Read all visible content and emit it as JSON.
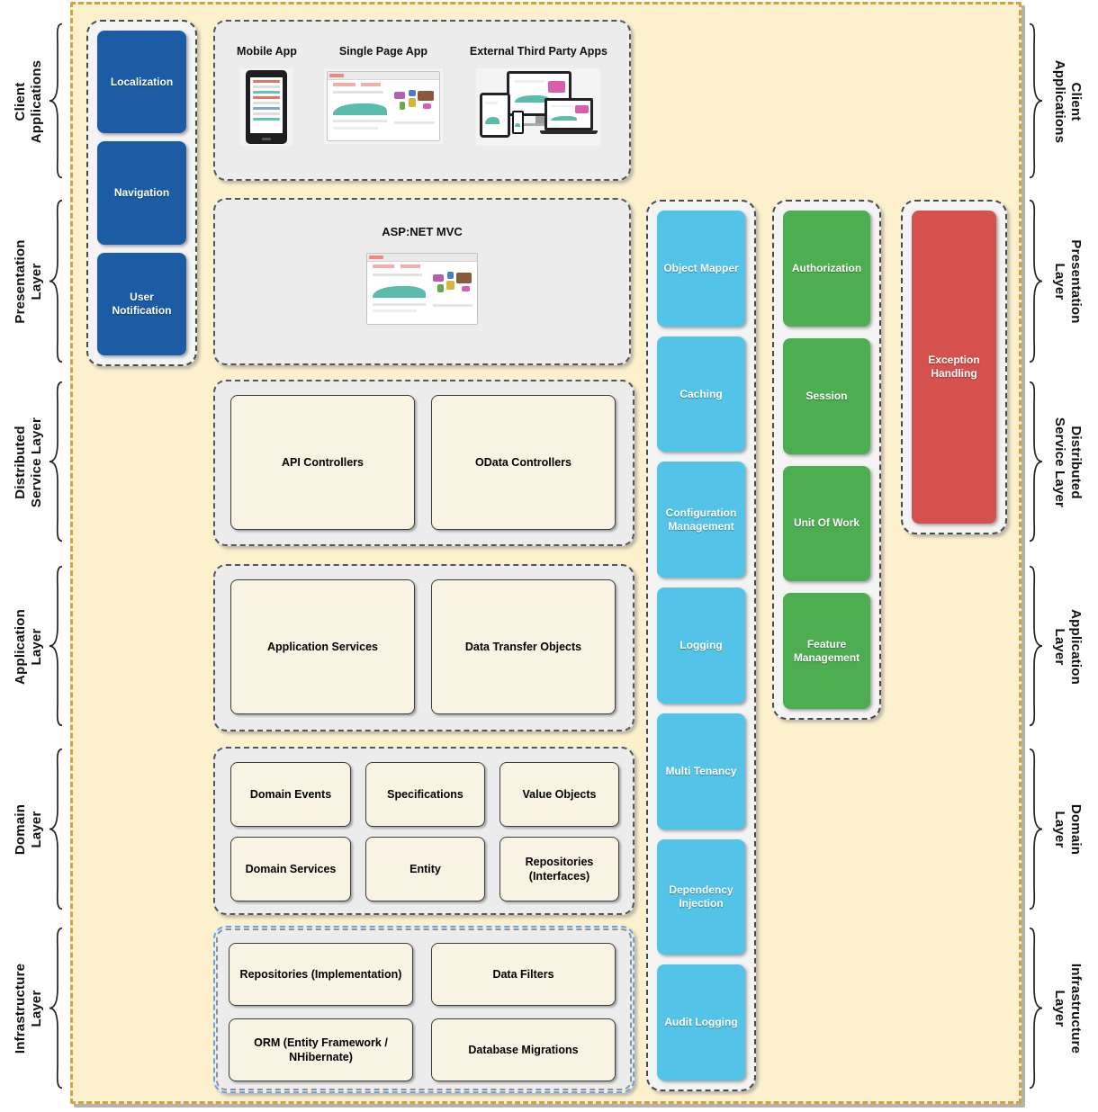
{
  "side_labels": [
    "Client\nApplications",
    "Presentation\nLayer",
    "Distributed\nService Layer",
    "Application\nLayer",
    "Domain\nLayer",
    "Infrastructure\nLayer"
  ],
  "sidebar": {
    "items": [
      "Localization",
      "Navigation",
      "User\nNotification"
    ]
  },
  "client_apps": {
    "figures": [
      "Mobile App",
      "Single Page App",
      "External Third Party Apps"
    ]
  },
  "presentation": {
    "title": "ASP:NET MVC"
  },
  "distributed_service": {
    "boxes": [
      "API Controllers",
      "OData Controllers"
    ]
  },
  "application": {
    "boxes": [
      "Application Services",
      "Data Transfer Objects"
    ]
  },
  "domain": {
    "boxes": [
      "Domain Events",
      "Specifications",
      "Value Objects",
      "Domain Services",
      "Entity",
      "Repositories\n(Interfaces)"
    ]
  },
  "infrastructure": {
    "boxes": [
      "Repositories (Implementation)",
      "Data Filters",
      "ORM (Entity Framework /\nNHibernate)",
      "Database Migrations"
    ]
  },
  "cross_cutting": {
    "boxes": [
      "Object Mapper",
      "Caching",
      "Configuration\nManagement",
      "Logging",
      "Multi Tenancy",
      "Dependency\nInjection",
      "Audit Logging"
    ]
  },
  "security": {
    "boxes": [
      "Authorization",
      "Session",
      "Unit Of Work",
      "Feature\nManagement"
    ]
  },
  "exception": {
    "boxes": [
      "Exception\nHandling"
    ]
  },
  "colors": {
    "board_background": "#fcf0cd",
    "board_border": "#cda43e",
    "blue_box": "#1b5ca4",
    "cyan_box": "#54c3e8",
    "green_box": "#4cad51",
    "red_box": "#d5514d",
    "panel_background": "#ececec",
    "cream_box": "#f8f3e3",
    "infrastructure_border": "#66a3e0"
  }
}
